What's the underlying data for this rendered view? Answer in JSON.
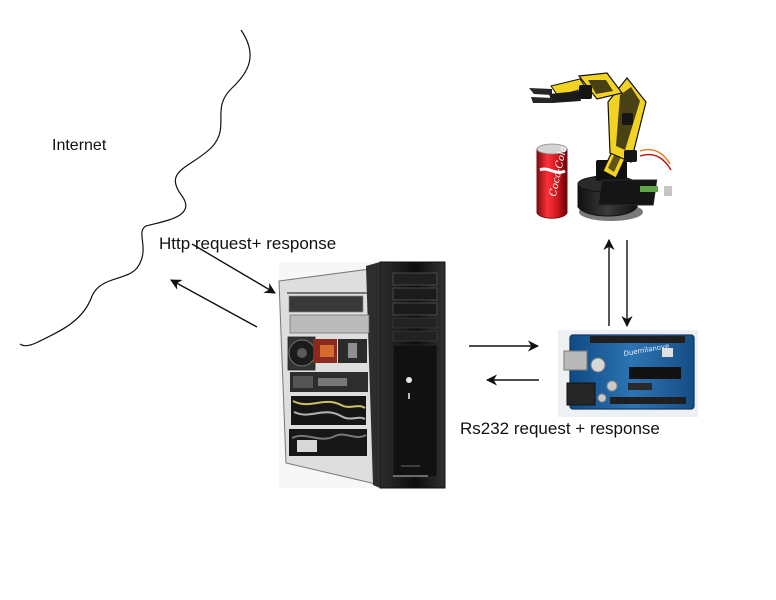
{
  "labels": {
    "internet": "Internet",
    "http": "Http request+ response",
    "rs232": "Rs232 request + response"
  },
  "images": {
    "computer": "pc-tower-image",
    "robot_arm": "robot-arm-image",
    "soda_can": "soda-can-image",
    "arduino": "arduino-board-image",
    "soda_can_logo": "Coca-Cola",
    "arduino_logo": "Duemilanove"
  },
  "colors": {
    "arm_yellow": "#f2d321",
    "arm_black": "#151515",
    "board_blue": "#1f5f9e",
    "can_red": "#c8161d",
    "tower_black": "#0e0e0e"
  }
}
